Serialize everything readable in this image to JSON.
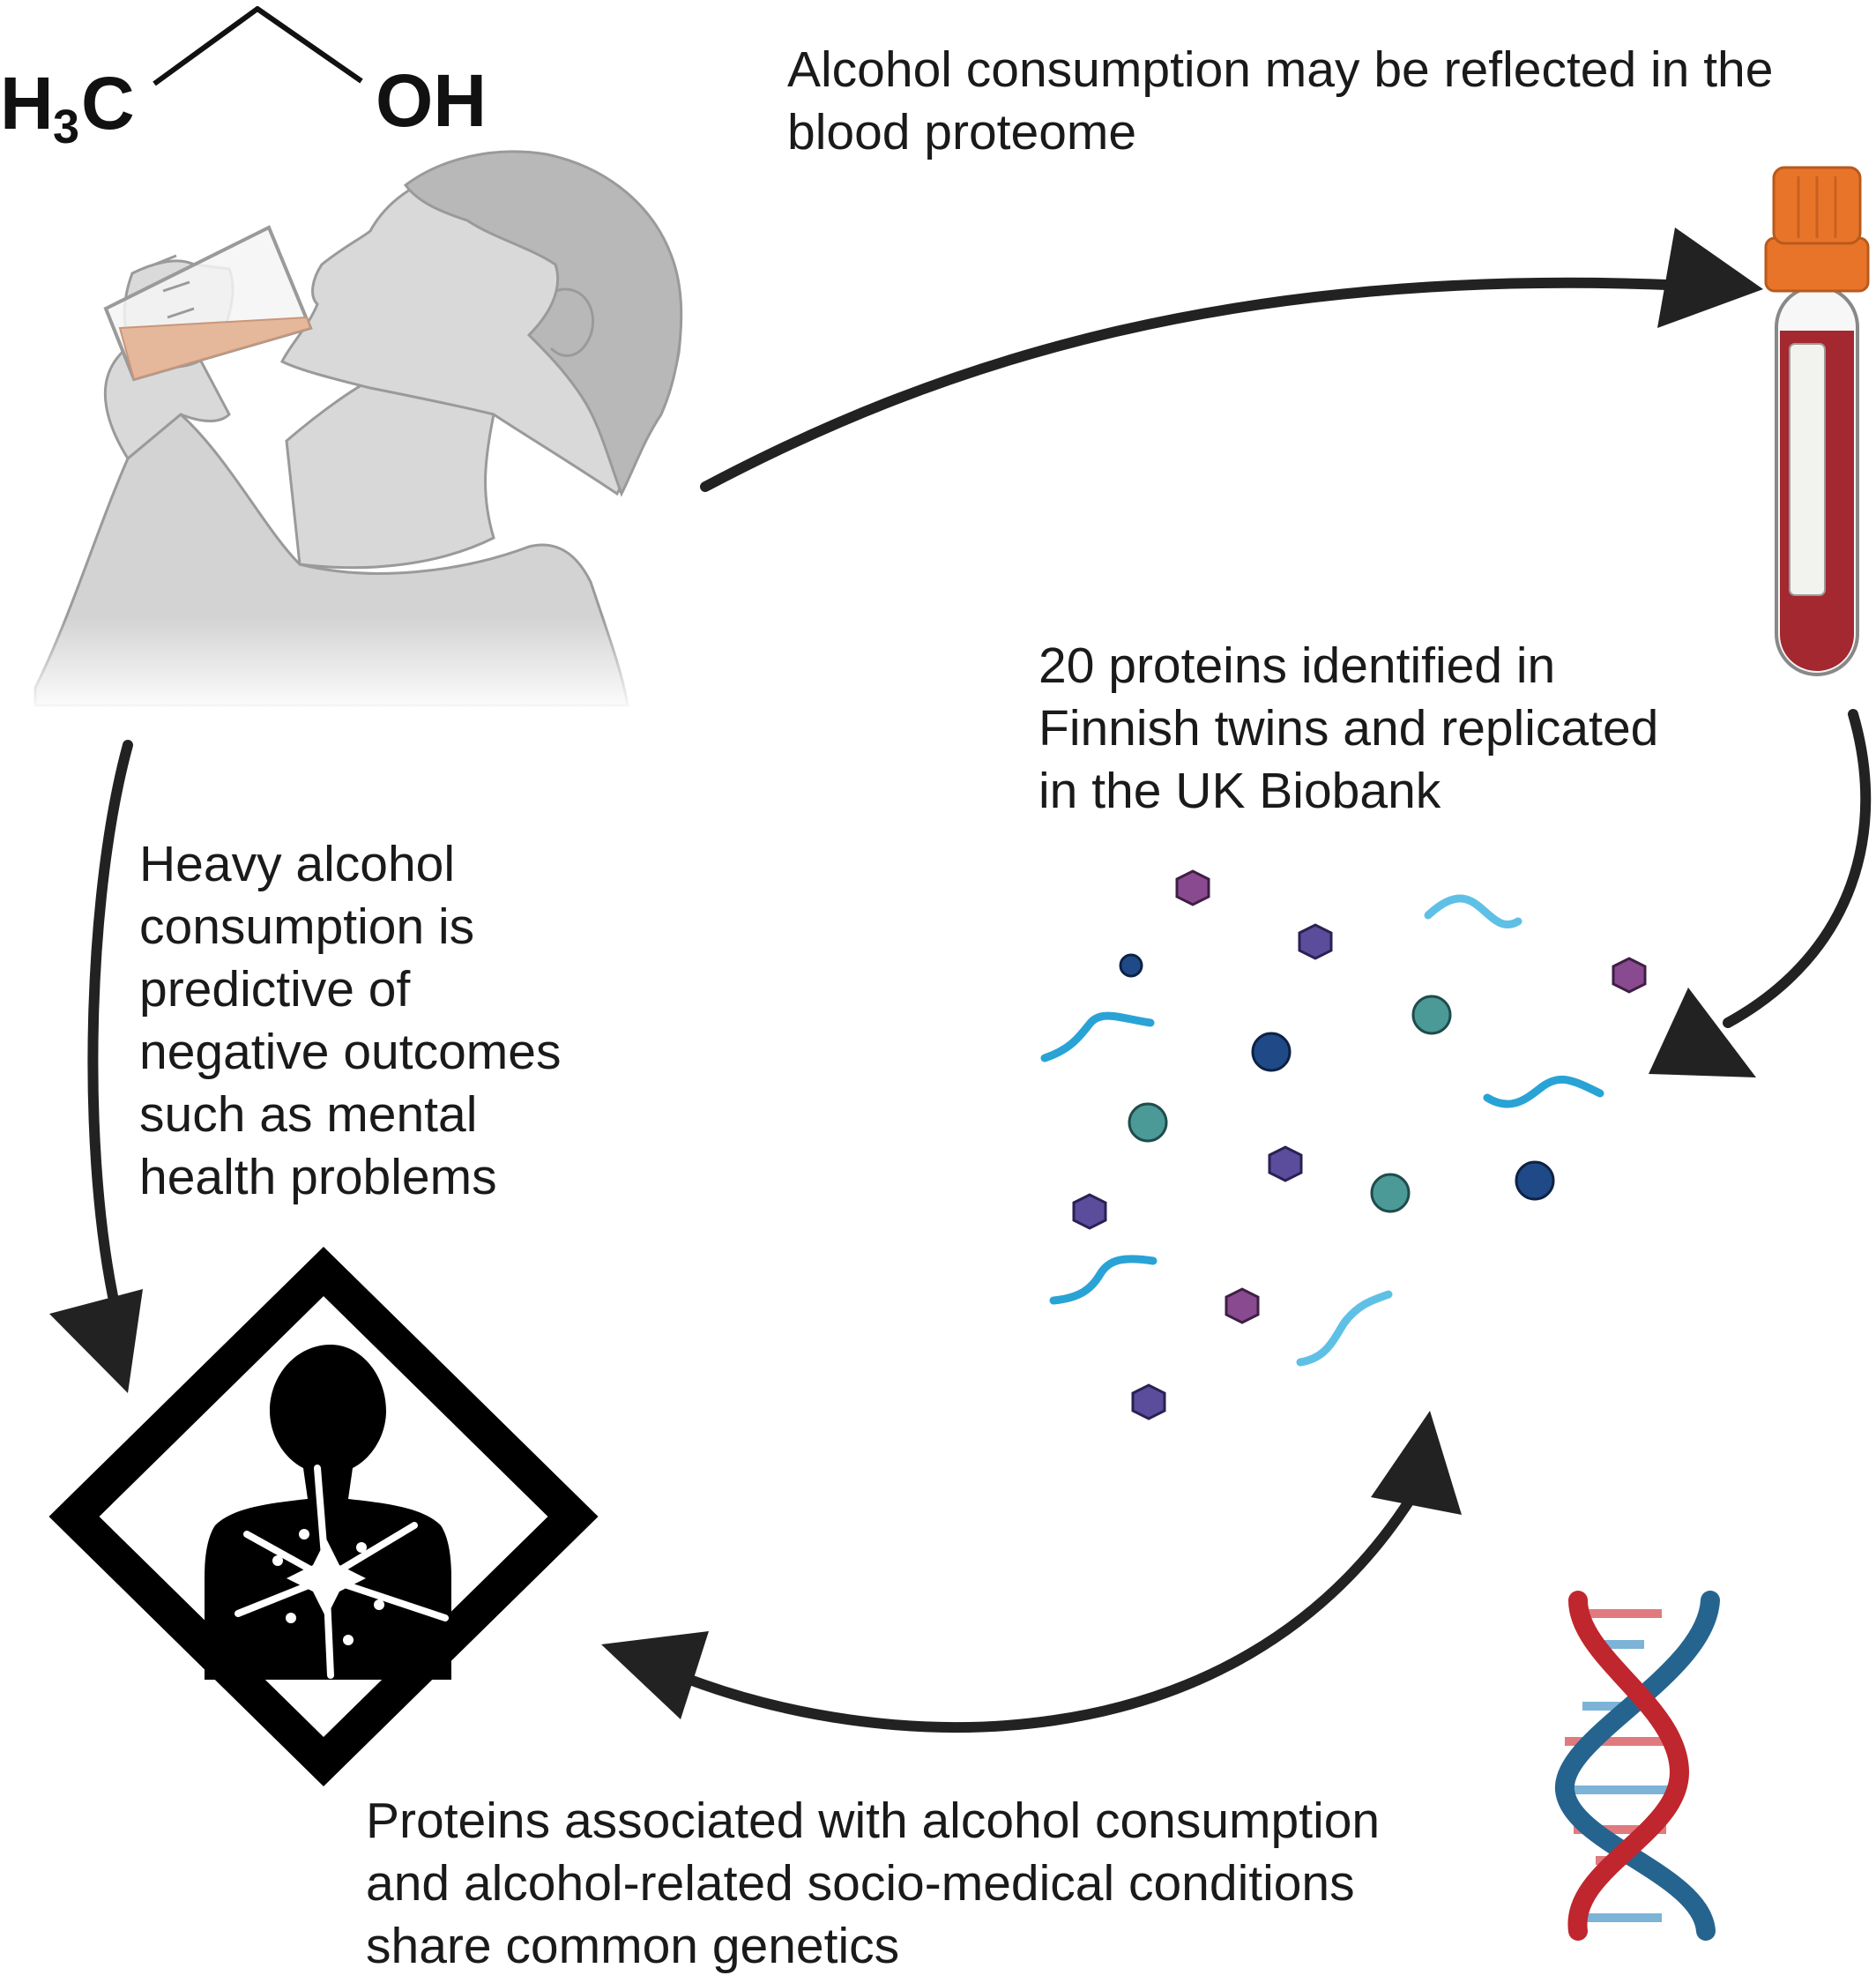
{
  "formula": {
    "left_H": "H",
    "left_sub": "3",
    "left_C": "C",
    "right": "OH"
  },
  "captions": {
    "top_right": [
      "Alcohol consumption may be reflected in the",
      "blood proteome"
    ],
    "middle_right": [
      "20 proteins identified in",
      "Finnish twins and replicated",
      "in the UK Biobank"
    ],
    "left": [
      "Heavy alcohol",
      "consumption is",
      "predictive of",
      "negative outcomes",
      "such as mental",
      "health problems"
    ],
    "bottom": [
      "Proteins associated with alcohol consumption",
      "and alcohol-related socio-medical conditions",
      "share common genetics"
    ]
  },
  "colors": {
    "text": "#1a1a1a",
    "arrow": "#222222",
    "person_fill": "#d0d0d0",
    "person_stroke": "#9a9a9a",
    "drink": "#e6b89b",
    "tube_cap": "#e8742a",
    "blood": "#a3282f",
    "protein_purple": "#8a4a8f",
    "protein_violet": "#5b4c9c",
    "protein_navy": "#1f4a87",
    "protein_teal": "#4b9a98",
    "protein_cyan": "#29a3d6",
    "protein_lightblue": "#5fc0e6",
    "dna_red": "#c0262d",
    "dna_blue": "#25648f",
    "dna_rung_pink": "#e07a7f",
    "dna_rung_blue": "#7cb3d6"
  },
  "icons": [
    "ethanol-structure-icon",
    "drinking-person-icon",
    "blood-tube-icon",
    "proteins-icon",
    "health-hazard-icon",
    "dna-helix-icon"
  ]
}
